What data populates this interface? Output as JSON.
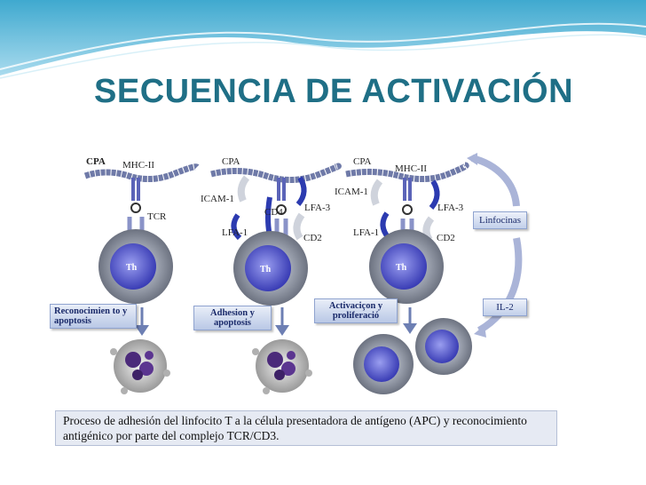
{
  "slide": {
    "title": "SECUENCIA DE ACTIVACIÓN"
  },
  "diagram": {
    "panel1": {
      "cpa": "CPA",
      "mhc": "MHC-II",
      "tcr": "TCR",
      "cell": "Th",
      "step": "Reconocimien to y apoptosis"
    },
    "panel2": {
      "cpa": "CPA",
      "icam": "ICAM-1",
      "cd4": "CD4",
      "lfa3": "LFA-3",
      "lfa1": "LFA-1",
      "cd2": "CD2",
      "cell": "Th",
      "step": "Adhesion y apoptosis"
    },
    "panel3": {
      "cpa": "CPA",
      "mhc": "MHC-II",
      "icam": "ICAM-1",
      "lfa3": "LFA-3",
      "lfa1": "LFA-1",
      "cd2": "CD2",
      "cell": "Th",
      "step": "Activaciçon y proliferació"
    },
    "linfocinas": "Linfocinas",
    "il2": "IL-2",
    "caption": "Proceso de adhesión del linfocito T a la célula presentadora de antígeno (APC) y reconocimiento antigénico por parte del complejo TCR/CD3."
  }
}
